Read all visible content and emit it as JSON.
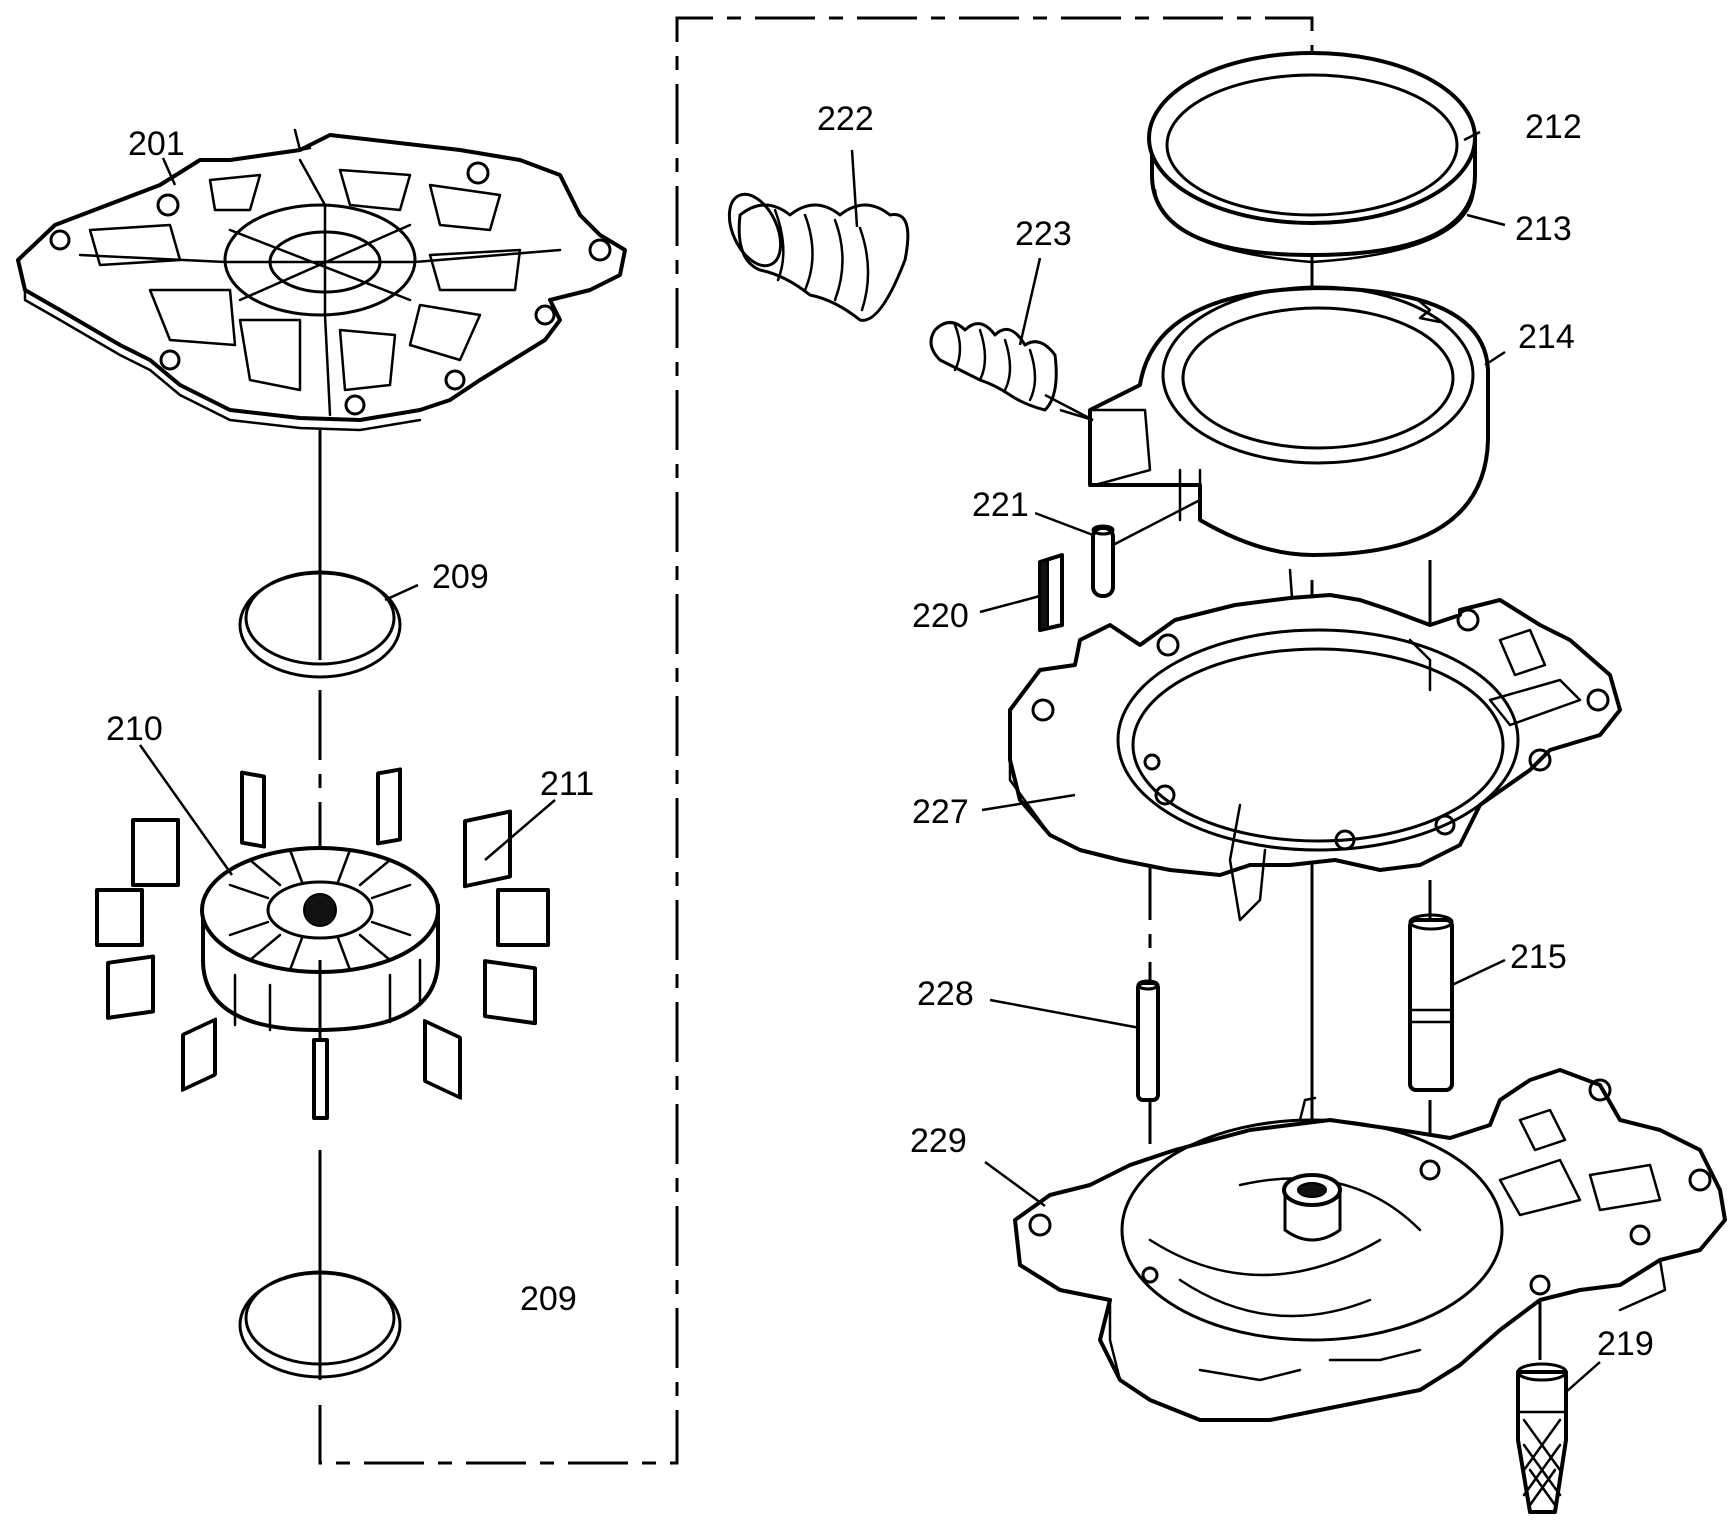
{
  "callouts": {
    "c201": "201",
    "c209a": "209",
    "c209b": "209",
    "c210": "210",
    "c211": "211",
    "c212": "212",
    "c213": "213",
    "c214": "214",
    "c215": "215",
    "c219": "219",
    "c220": "220",
    "c221": "221",
    "c222": "222",
    "c223": "223",
    "c227": "227",
    "c228": "228",
    "c229": "229"
  }
}
